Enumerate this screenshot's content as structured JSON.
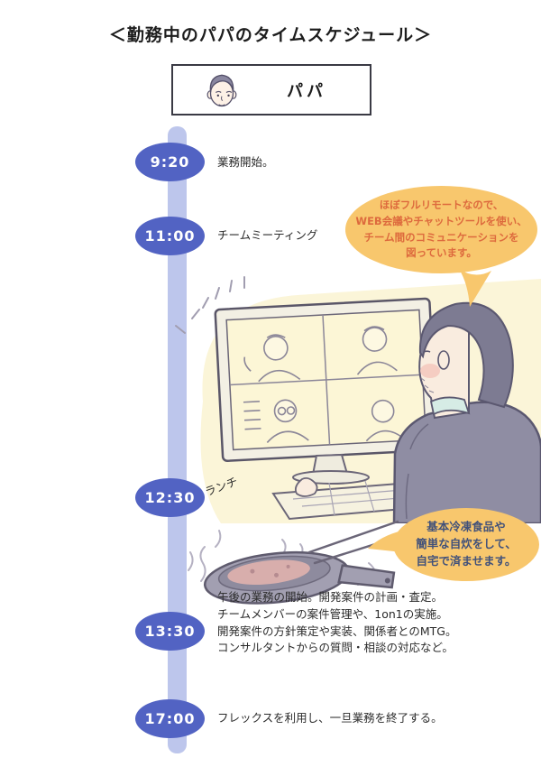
{
  "title": "＜勤務中のパパのタイムスケジュール＞",
  "person": {
    "name": "パパ"
  },
  "timeline": {
    "events": [
      {
        "time": "9:20",
        "label": "業務開始。"
      },
      {
        "time": "11:00",
        "label": "チームミーティング"
      },
      {
        "time": "12:30",
        "label": "ランチ"
      },
      {
        "time": "13:30",
        "label": "午後の業務の開始。開発案件の計画・査定。\nチームメンバーの案件管理や、1on1の実施。\n開発案件の方針策定や実装、関係者とのMTG。\nコンサルタントからの質問・相談の対応など。"
      },
      {
        "time": "17:00",
        "label": "フレックスを利用し、一旦業務を終了する。"
      }
    ]
  },
  "speech_bubbles": [
    {
      "speaker": "パパ",
      "text": "ほぼフルリモートなので、\nWEB会議やチャットツールを使い、\nチーム間のコミュニケーションを\n図っています。"
    },
    {
      "speaker": "パパ",
      "text": "基本冷凍食品や\n簡単な自炊をして、\n自宅で済ませます。"
    }
  ],
  "illustrations": {
    "meeting": "man-watching-web-meeting-on-monitor",
    "cooking": "frying-pan-with-chopsticks-and-steam"
  },
  "colors": {
    "time_badge": "#5263c3",
    "time_badge_text": "#ffffff",
    "timeline_bar": "#bdc6ec",
    "bubble_fill": "#f8c76d",
    "bubble1_text": "#dd6a3d",
    "bubble2_text": "#41517a",
    "body_text": "#2b2b2b"
  }
}
